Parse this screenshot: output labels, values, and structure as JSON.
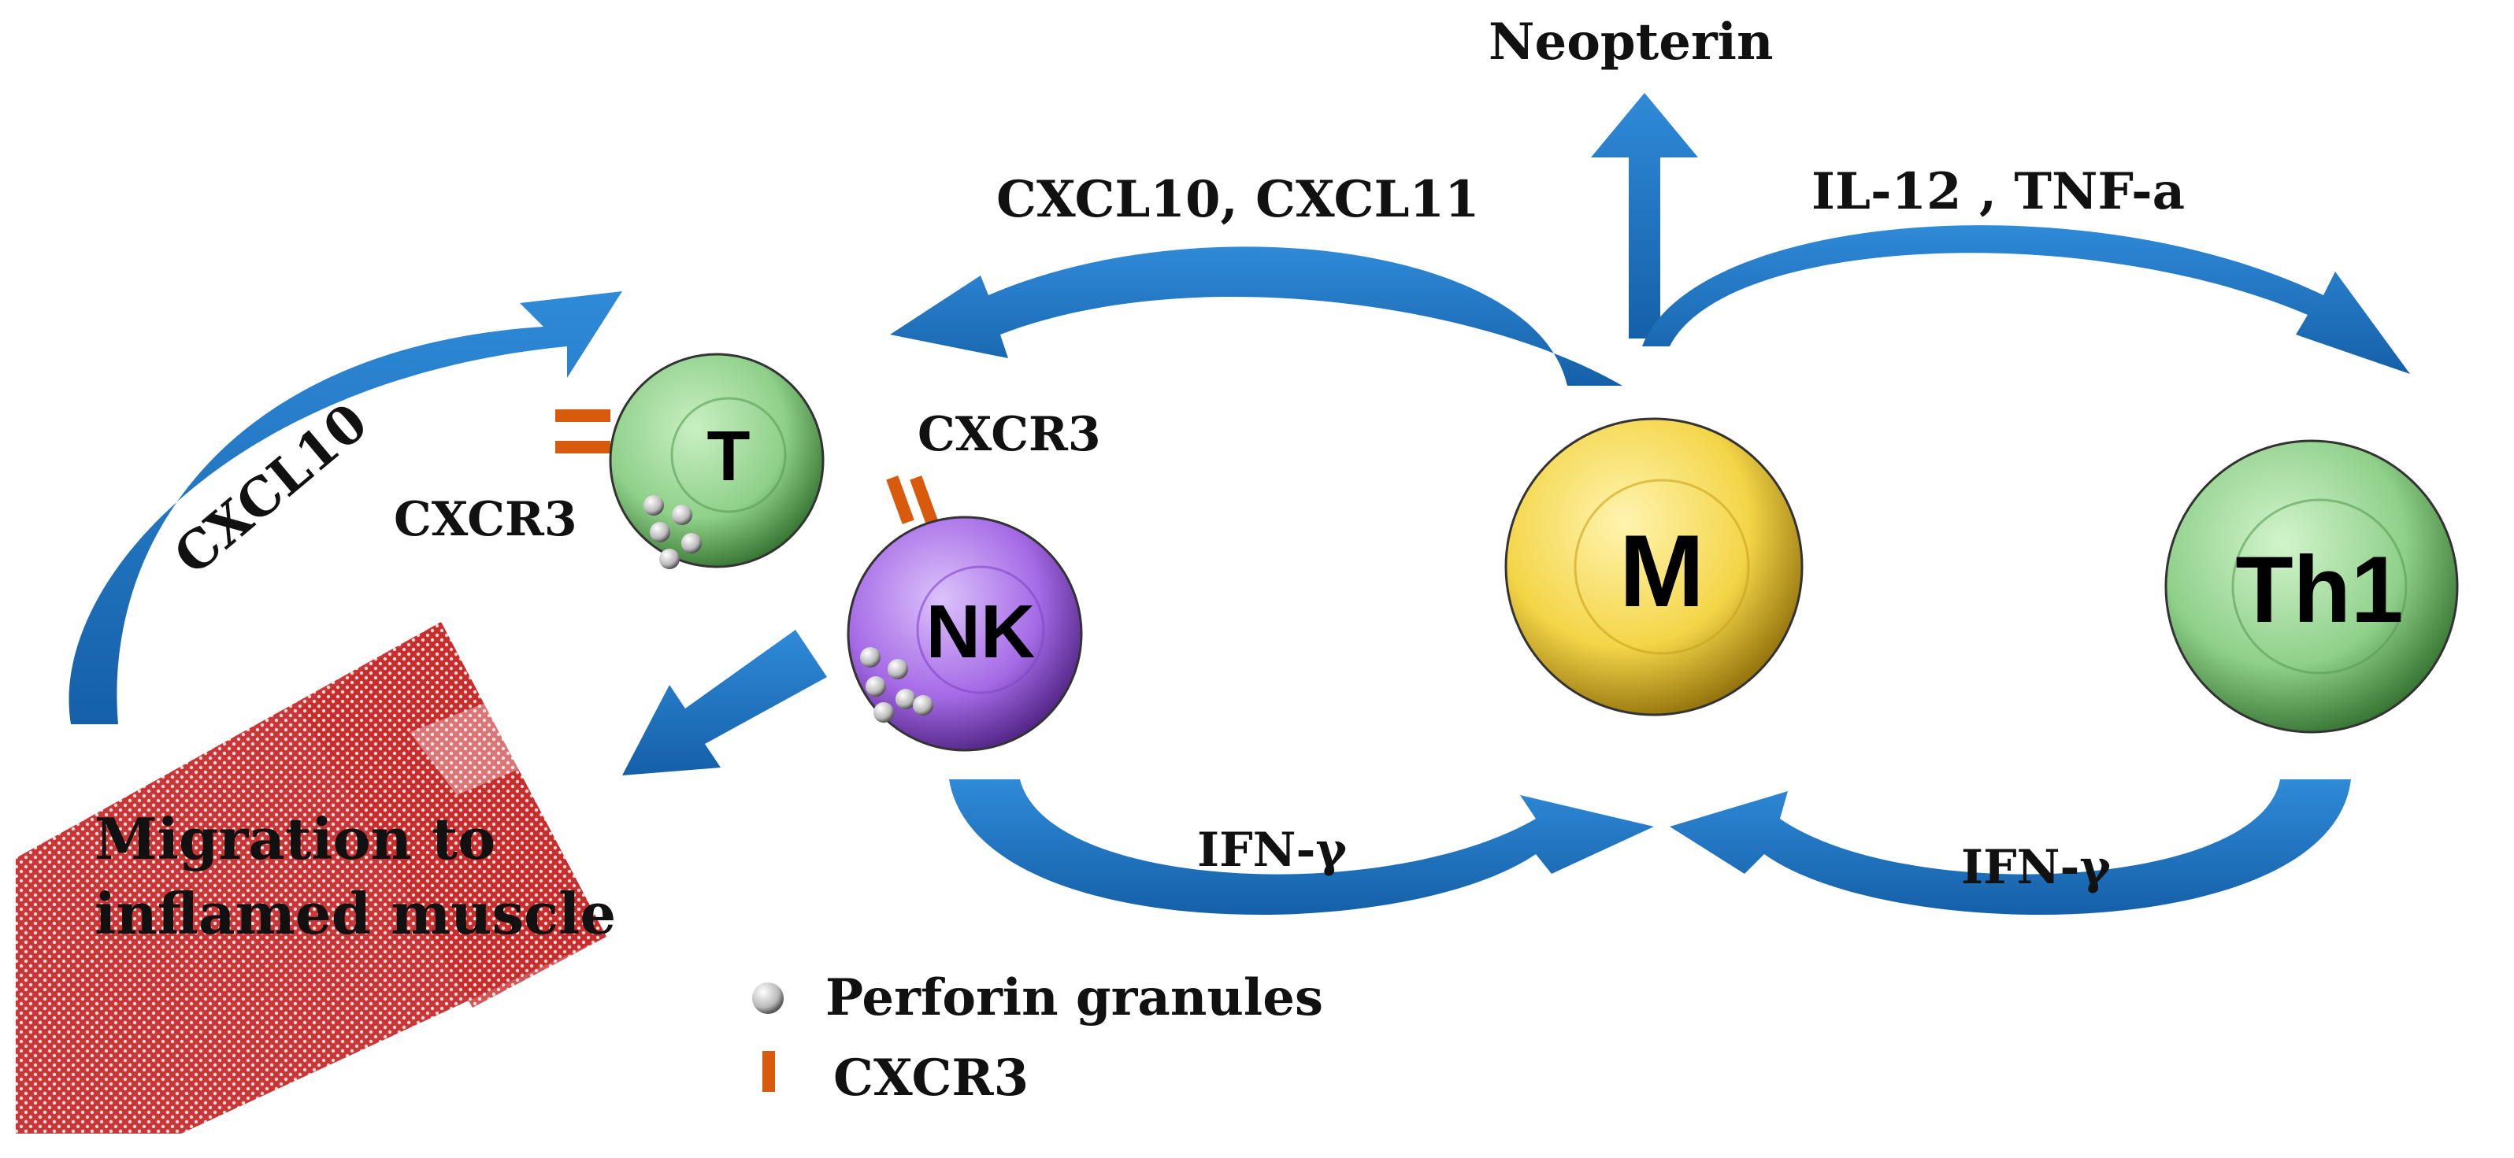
{
  "cells": {
    "t": "T",
    "nk": "NK",
    "m": "M",
    "th1": "Th1"
  },
  "labels": {
    "neopterin": "Neopterin",
    "cxcl10_cxcl11": "CXCL10, CXCL11",
    "il12_tnf": "IL-12 , TNF-a",
    "cxcl10": "CXCL10",
    "cxcr3_t": "CXCR3",
    "cxcr3_nk": "CXCR3",
    "ifn_left": "IFN-γ",
    "ifn_right": "IFN-γ",
    "migration_line1": "Migration to",
    "migration_line2": "inflamed muscle"
  },
  "legend": {
    "perforin": "Perforin granules",
    "cxcr3": "CXCR3"
  },
  "colors": {
    "arrow": "#1f78c8",
    "arrow_dark": "#15548f",
    "receptor": "#d85a0c",
    "t_cell": "#8fd08a",
    "nk_cell": "#a56ae6",
    "m_cell": "#f4d548",
    "th1_cell": "#8fd08a",
    "muscle": "#cc2b2b"
  }
}
